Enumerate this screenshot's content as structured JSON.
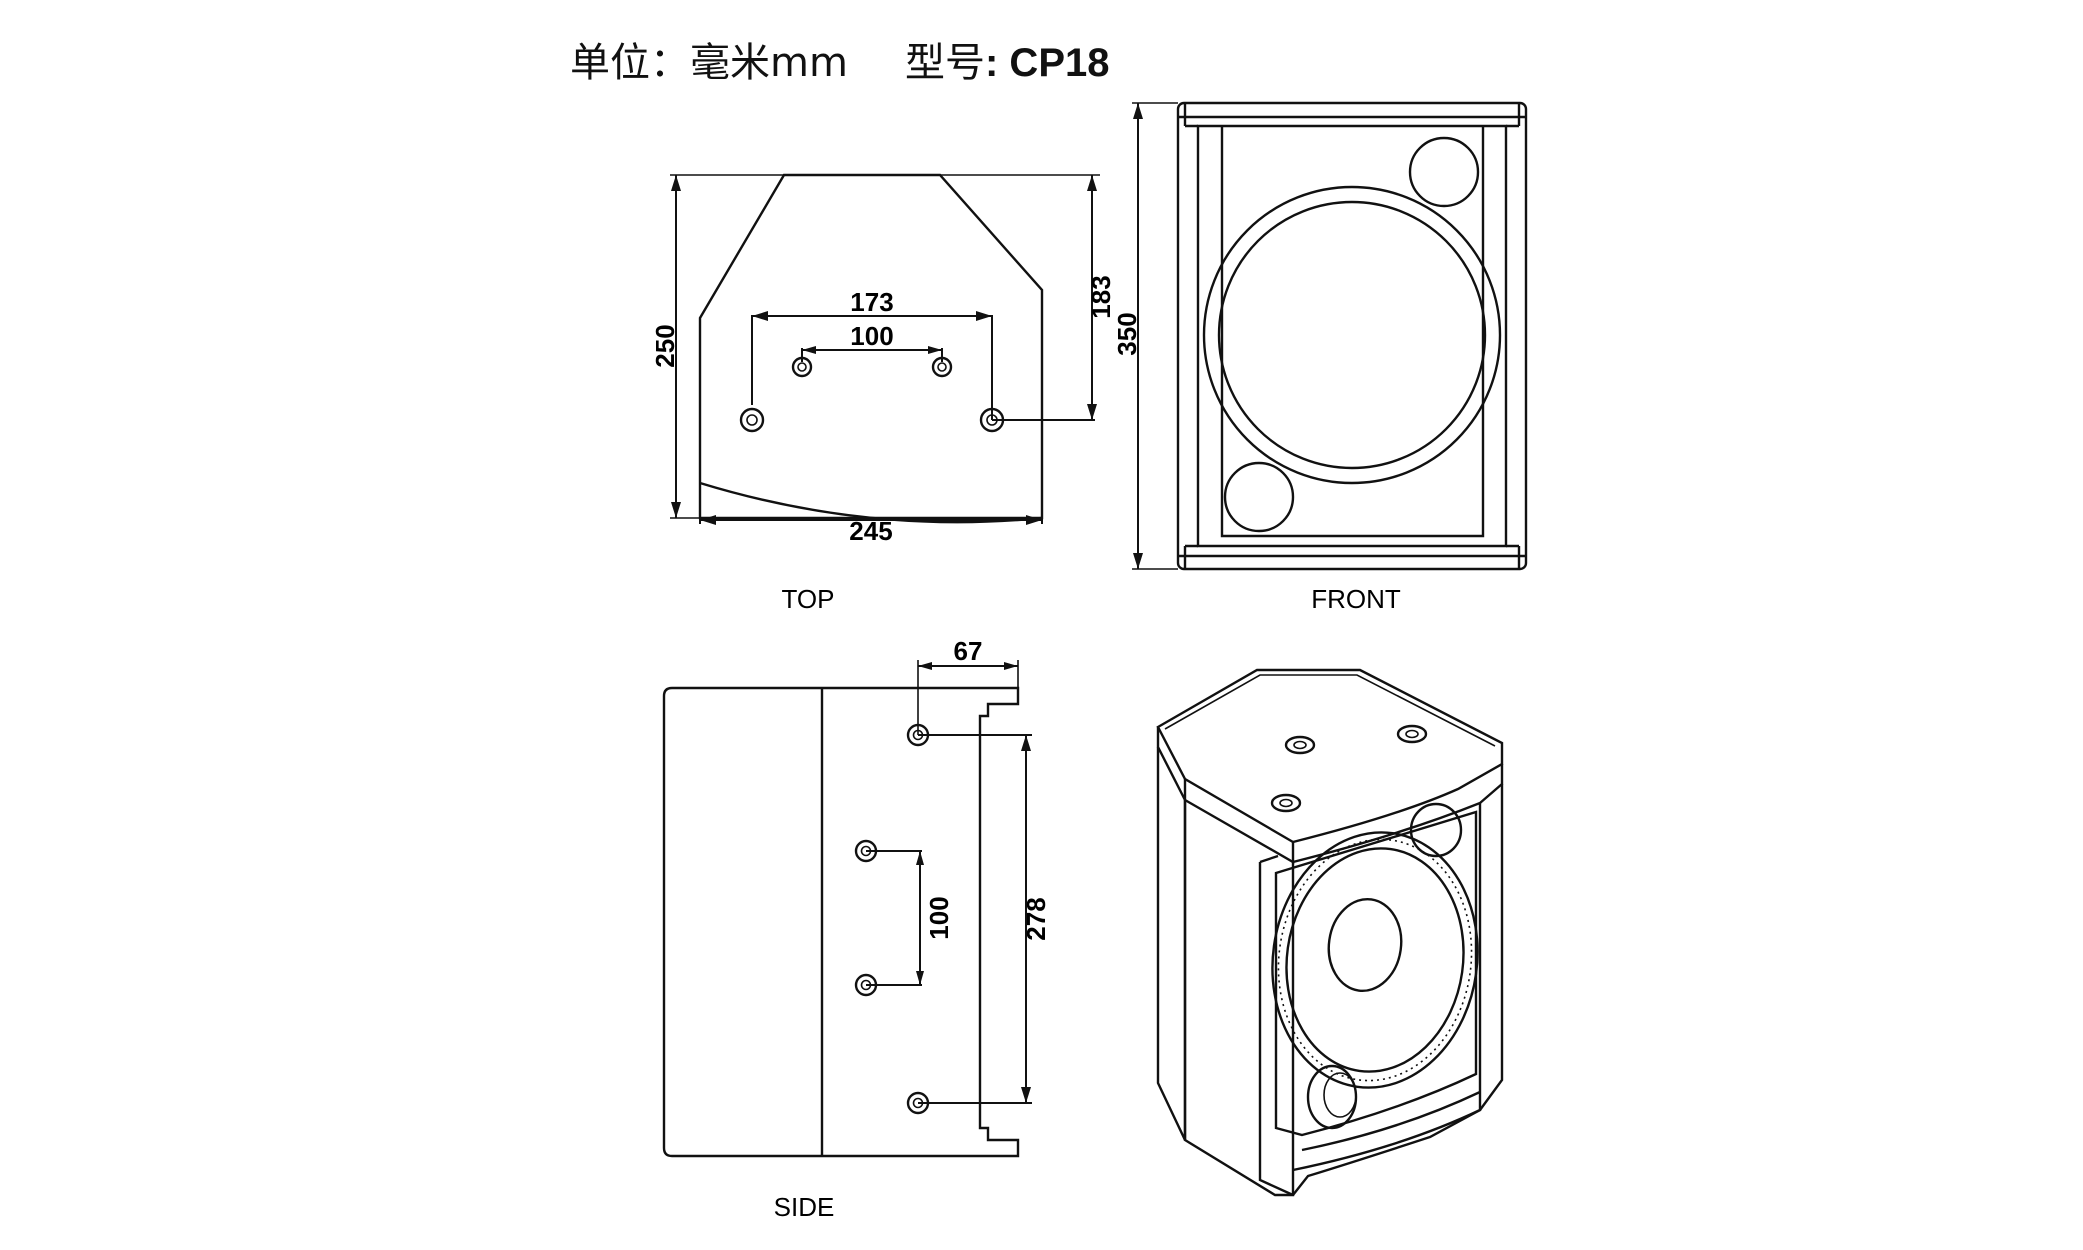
{
  "header": {
    "unit_label": "单位：",
    "unit_value": "毫米mm",
    "model_label": "型号",
    "model_value": ": CP18"
  },
  "views": {
    "top": "TOP",
    "front": "FRONT",
    "side": "SIDE"
  },
  "dimensions": {
    "top_depth": "250",
    "top_width": "245",
    "top_outer_spacing": "173",
    "top_inner_spacing": "100",
    "top_hole_offset": "183",
    "front_height": "350",
    "side_offset": "67",
    "side_inner_spacing": "100",
    "side_outer_spacing": "278"
  }
}
